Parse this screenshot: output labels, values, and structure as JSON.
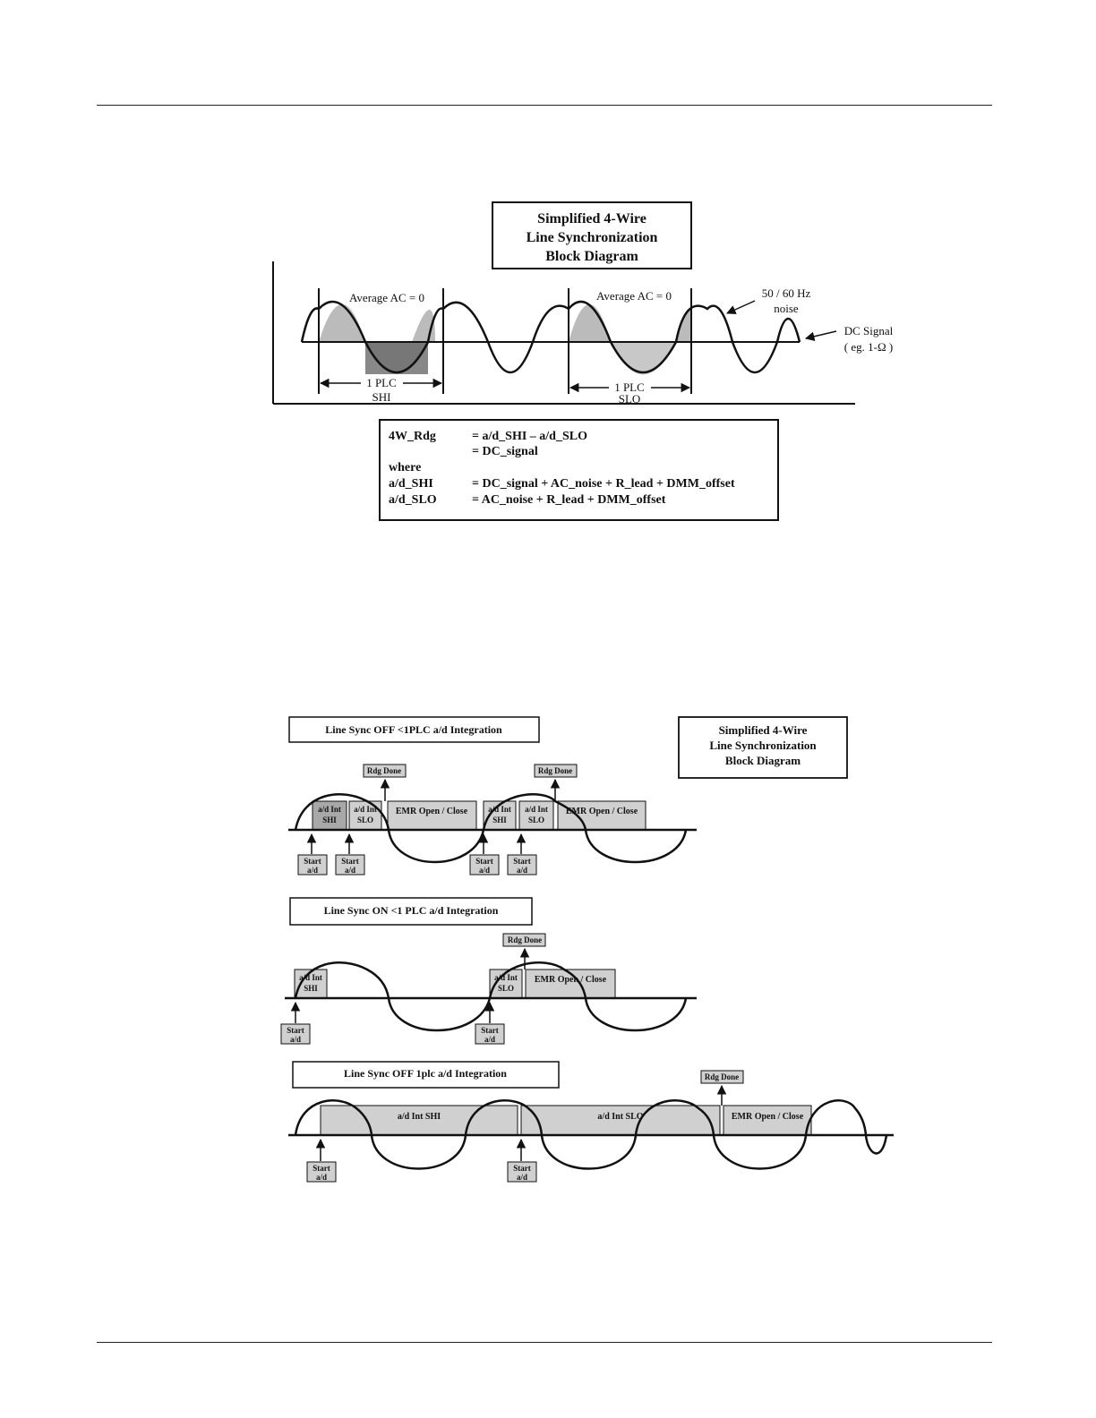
{
  "diagram1": {
    "title_lines": [
      "Simplified 4-Wire",
      "Line Synchronization",
      "Block Diagram"
    ],
    "average_left": "Average AC = 0",
    "average_right": "Average AC = 0",
    "noise_lines": [
      "50 / 60 Hz",
      "noise"
    ],
    "dc_lines": [
      "DC Signal",
      "( eg. 1-Ω )"
    ],
    "plc_left": "1 PLC",
    "plc_left_sub": "SHI",
    "plc_right": "1 PLC",
    "plc_right_sub": "SLO",
    "formula": {
      "rows": [
        {
          "label": "4W_Rdg",
          "value": "= a/d_SHI – a/d_SLO"
        },
        {
          "label": "",
          "value": "= DC_signal"
        },
        {
          "label": "where",
          "value": ""
        },
        {
          "label": "a/d_SHI",
          "value": "= DC_signal + AC_noise + R_lead + DMM_offset"
        },
        {
          "label": "a/d_SLO",
          "value": "= AC_noise + R_lead + DMM_offset"
        }
      ]
    }
  },
  "diagram2": {
    "title_lines": [
      "Simplified 4-Wire",
      "Line Synchronization",
      "Block Diagram"
    ],
    "panel1": {
      "label": "Line Sync OFF  <1PLC a/d Integration",
      "rdg_done": "Rdg Done",
      "ad_int_shi": [
        "a/d Int",
        "SHI"
      ],
      "ad_int_slo": [
        "a/d Int",
        "SLO"
      ],
      "emr": "EMR Open / Close",
      "start": [
        "Start",
        "a/d"
      ]
    },
    "panel2": {
      "label": "Line Sync ON  <1 PLC a/d Integration",
      "rdg_done": "Rdg Done",
      "ad_int_shi": [
        "a/d Int",
        "SHI"
      ],
      "ad_int_slo": [
        "a/d Int",
        "SLO"
      ],
      "emr": "EMR Open / Close",
      "start": [
        "Start",
        "a/d"
      ]
    },
    "panel3": {
      "label": "Line Sync OFF  1plc a/d Integration",
      "rdg_done": "Rdg Done",
      "ad_int_shi": "a/d Int SHI",
      "ad_int_slo": "a/d Int SLO",
      "emr": "EMR Open / Close",
      "start": [
        "Start",
        "a/d"
      ]
    }
  }
}
